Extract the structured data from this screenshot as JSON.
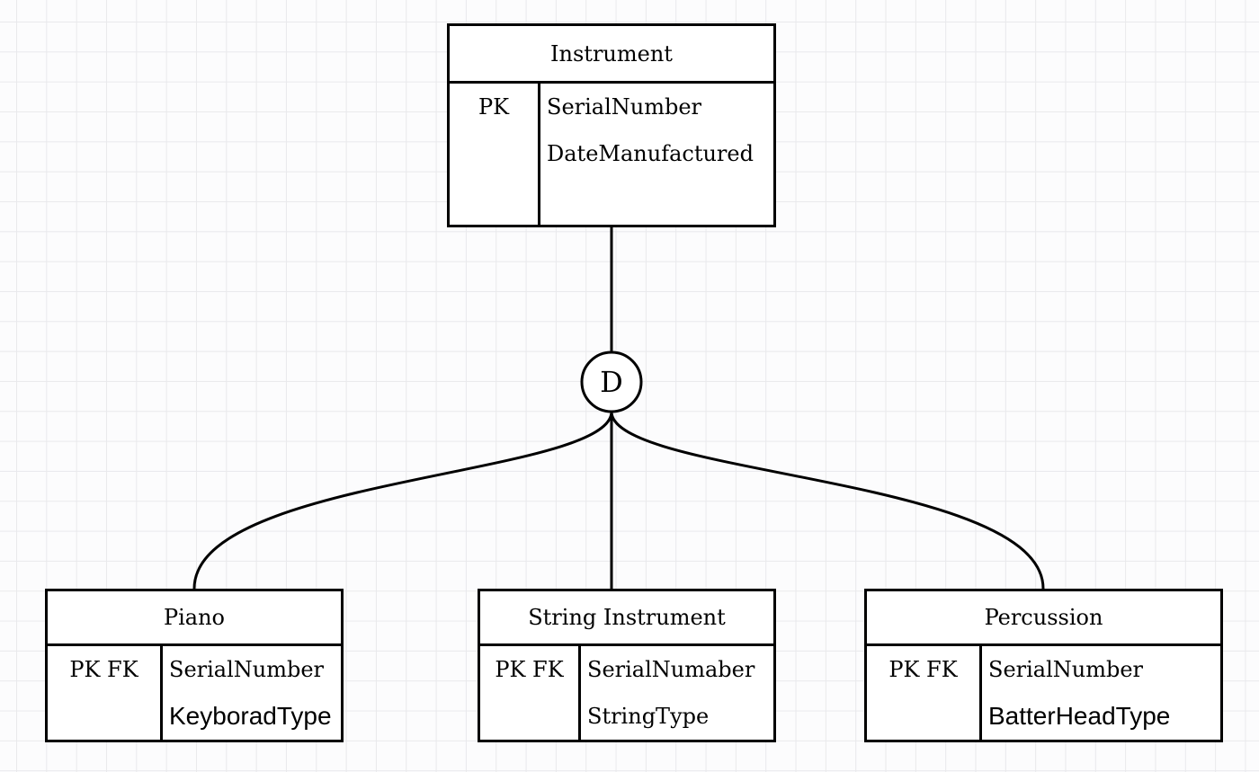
{
  "diagram": {
    "type": "er-specialization",
    "specialization": {
      "label": "D",
      "meaning": "disjoint"
    },
    "entities": [
      {
        "name": "Instrument",
        "key_label": "PK",
        "attributes": [
          "SerialNumber",
          "DateManufactured"
        ]
      },
      {
        "name": "Piano",
        "key_label": "PK FK",
        "attributes": [
          "SerialNumber",
          "KeyboradType"
        ]
      },
      {
        "name": "String Instrument",
        "key_label": "PK FK",
        "attributes": [
          "SerialNumaber",
          "StringType"
        ]
      },
      {
        "name": "Percussion",
        "key_label": "PK FK",
        "attributes": [
          "SerialNumber",
          "BatterHeadType"
        ]
      }
    ],
    "colors": {
      "line": "#000000",
      "entity_background": "#ffffff",
      "grid_line": "#e9e9ec",
      "canvas_background": "#fcfcfd"
    }
  }
}
